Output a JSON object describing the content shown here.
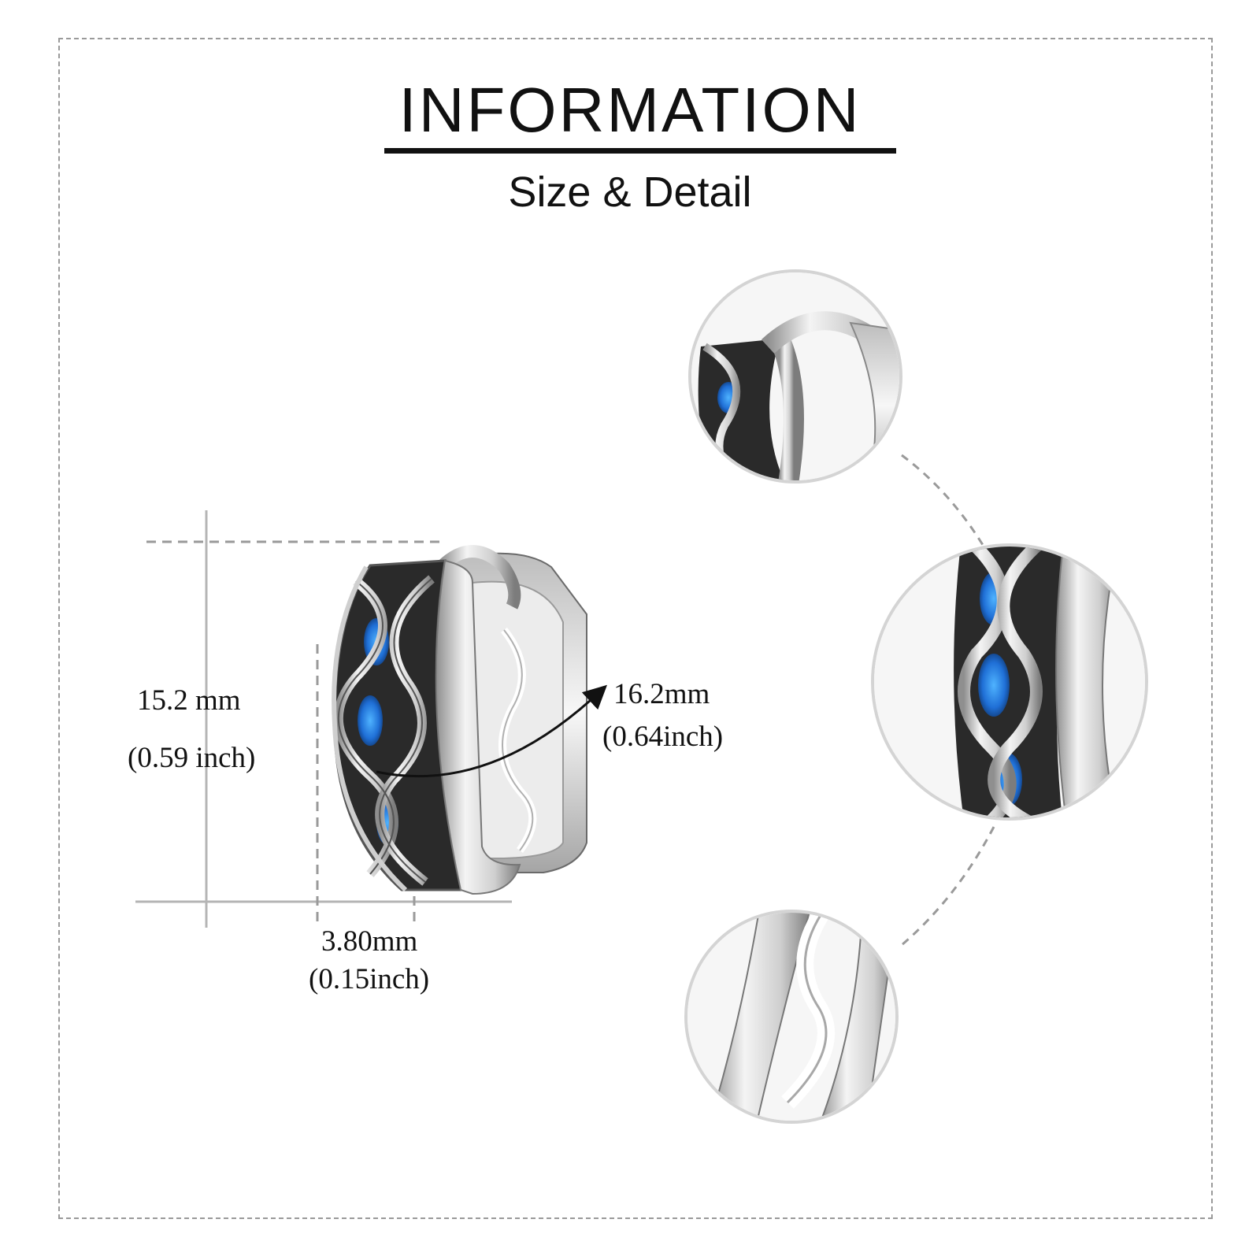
{
  "header": {
    "title": "INFORMATION",
    "subtitle": "Size & Detail"
  },
  "dimensions": {
    "height_mm": "15.2 mm",
    "height_inch": "(0.59 inch)",
    "diameter_mm": "16.2mm",
    "diameter_inch": "(0.64inch)",
    "width_mm": "3.80mm",
    "width_inch": "(0.15inch)"
  },
  "colors": {
    "silver": "#d9d9d9",
    "opal_blue": "#1f6fd6",
    "oxidized": "#2a2a2a",
    "guide_line": "#9a9a9a"
  }
}
